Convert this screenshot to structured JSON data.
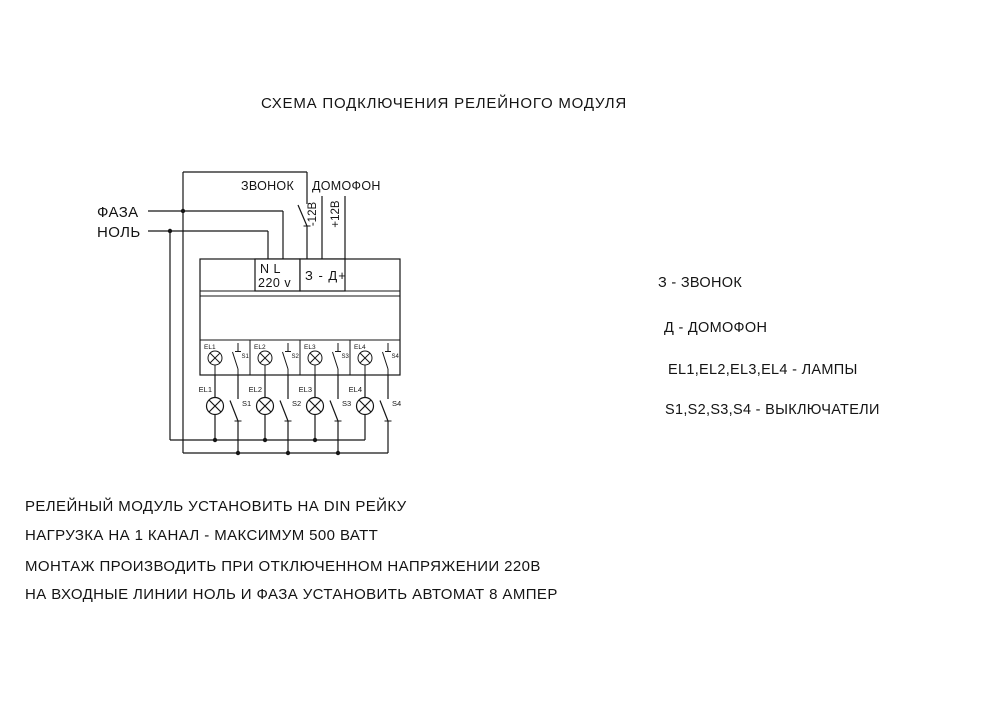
{
  "title": "СХЕМА ПОДКЛЮЧЕНИЯ РЕЛЕЙНОГО МОДУЛЯ",
  "inputs": {
    "phase": "ФАЗА",
    "neutral": "НОЛЬ"
  },
  "top": {
    "bell": "ЗВОНОК",
    "intercom": "ДОМОФОН",
    "minus12": "-12В",
    "plus12": "+12В"
  },
  "module": {
    "power_line1": "N L",
    "power_line2": "220 v",
    "signal_terminals": "З - Д+"
  },
  "channels": [
    {
      "lamp": "EL1",
      "switch": "S1"
    },
    {
      "lamp": "EL2",
      "switch": "S2"
    },
    {
      "lamp": "EL3",
      "switch": "S3"
    },
    {
      "lamp": "EL4",
      "switch": "S4"
    }
  ],
  "legend": {
    "items": [
      "З - ЗВОНОК",
      "Д - ДОМОФОН",
      "EL1,EL2,EL3,EL4 - ЛАМПЫ",
      "S1,S2,S3,S4 - ВЫКЛЮЧАТЕЛИ"
    ]
  },
  "notes": {
    "items": [
      "РЕЛЕЙНЫЙ МОДУЛЬ УСТАНОВИТЬ НА DIN  РЕЙКУ",
      "НАГРУЗКА НА 1 КАНАЛ -  МАКСИМУМ 500 ВАТТ",
      "МОНТАЖ ПРОИЗВОДИТЬ ПРИ ОТКЛЮЧЕННОМ НАПРЯЖЕНИИ 220В",
      "НА ВХОДНЫЕ ЛИНИИ НОЛЬ И ФАЗА УСТАНОВИТЬ АВТОМАТ 8 АМПЕР"
    ]
  }
}
